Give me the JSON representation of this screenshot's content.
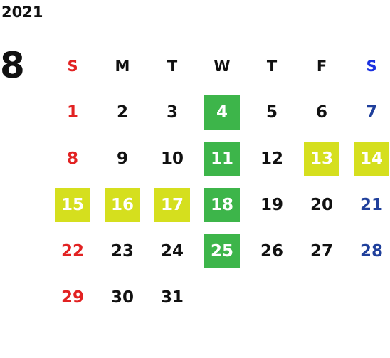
{
  "year": "2021",
  "month": "8",
  "colors": {
    "sunday": "#e22222",
    "saturday": "#1f3f9b",
    "saturday_header": "#1a30e0",
    "weekday": "#111111",
    "holiday_green": "#3db54a",
    "holiday_yellow": "#d5df1e",
    "highlight_text": "#ffffff"
  },
  "weekdays": [
    {
      "label": "S",
      "type": "sunday"
    },
    {
      "label": "M",
      "type": "weekday"
    },
    {
      "label": "T",
      "type": "weekday"
    },
    {
      "label": "W",
      "type": "weekday"
    },
    {
      "label": "T",
      "type": "weekday"
    },
    {
      "label": "F",
      "type": "weekday"
    },
    {
      "label": "S",
      "type": "saturday"
    }
  ],
  "weeks": [
    [
      {
        "day": "1",
        "type": "sunday",
        "highlight": ""
      },
      {
        "day": "2",
        "type": "weekday",
        "highlight": ""
      },
      {
        "day": "3",
        "type": "weekday",
        "highlight": ""
      },
      {
        "day": "4",
        "type": "weekday",
        "highlight": "green"
      },
      {
        "day": "5",
        "type": "weekday",
        "highlight": ""
      },
      {
        "day": "6",
        "type": "weekday",
        "highlight": ""
      },
      {
        "day": "7",
        "type": "saturday",
        "highlight": ""
      }
    ],
    [
      {
        "day": "8",
        "type": "sunday",
        "highlight": ""
      },
      {
        "day": "9",
        "type": "weekday",
        "highlight": ""
      },
      {
        "day": "10",
        "type": "weekday",
        "highlight": ""
      },
      {
        "day": "11",
        "type": "weekday",
        "highlight": "green"
      },
      {
        "day": "12",
        "type": "weekday",
        "highlight": ""
      },
      {
        "day": "13",
        "type": "weekday",
        "highlight": "yellow"
      },
      {
        "day": "14",
        "type": "saturday",
        "highlight": "yellow"
      }
    ],
    [
      {
        "day": "15",
        "type": "sunday",
        "highlight": "yellow"
      },
      {
        "day": "16",
        "type": "weekday",
        "highlight": "yellow"
      },
      {
        "day": "17",
        "type": "weekday",
        "highlight": "yellow"
      },
      {
        "day": "18",
        "type": "weekday",
        "highlight": "green"
      },
      {
        "day": "19",
        "type": "weekday",
        "highlight": ""
      },
      {
        "day": "20",
        "type": "weekday",
        "highlight": ""
      },
      {
        "day": "21",
        "type": "saturday",
        "highlight": ""
      }
    ],
    [
      {
        "day": "22",
        "type": "sunday",
        "highlight": ""
      },
      {
        "day": "23",
        "type": "weekday",
        "highlight": ""
      },
      {
        "day": "24",
        "type": "weekday",
        "highlight": ""
      },
      {
        "day": "25",
        "type": "weekday",
        "highlight": "green"
      },
      {
        "day": "26",
        "type": "weekday",
        "highlight": ""
      },
      {
        "day": "27",
        "type": "weekday",
        "highlight": ""
      },
      {
        "day": "28",
        "type": "saturday",
        "highlight": ""
      }
    ],
    [
      {
        "day": "29",
        "type": "sunday",
        "highlight": ""
      },
      {
        "day": "30",
        "type": "weekday",
        "highlight": ""
      },
      {
        "day": "31",
        "type": "weekday",
        "highlight": ""
      }
    ]
  ]
}
